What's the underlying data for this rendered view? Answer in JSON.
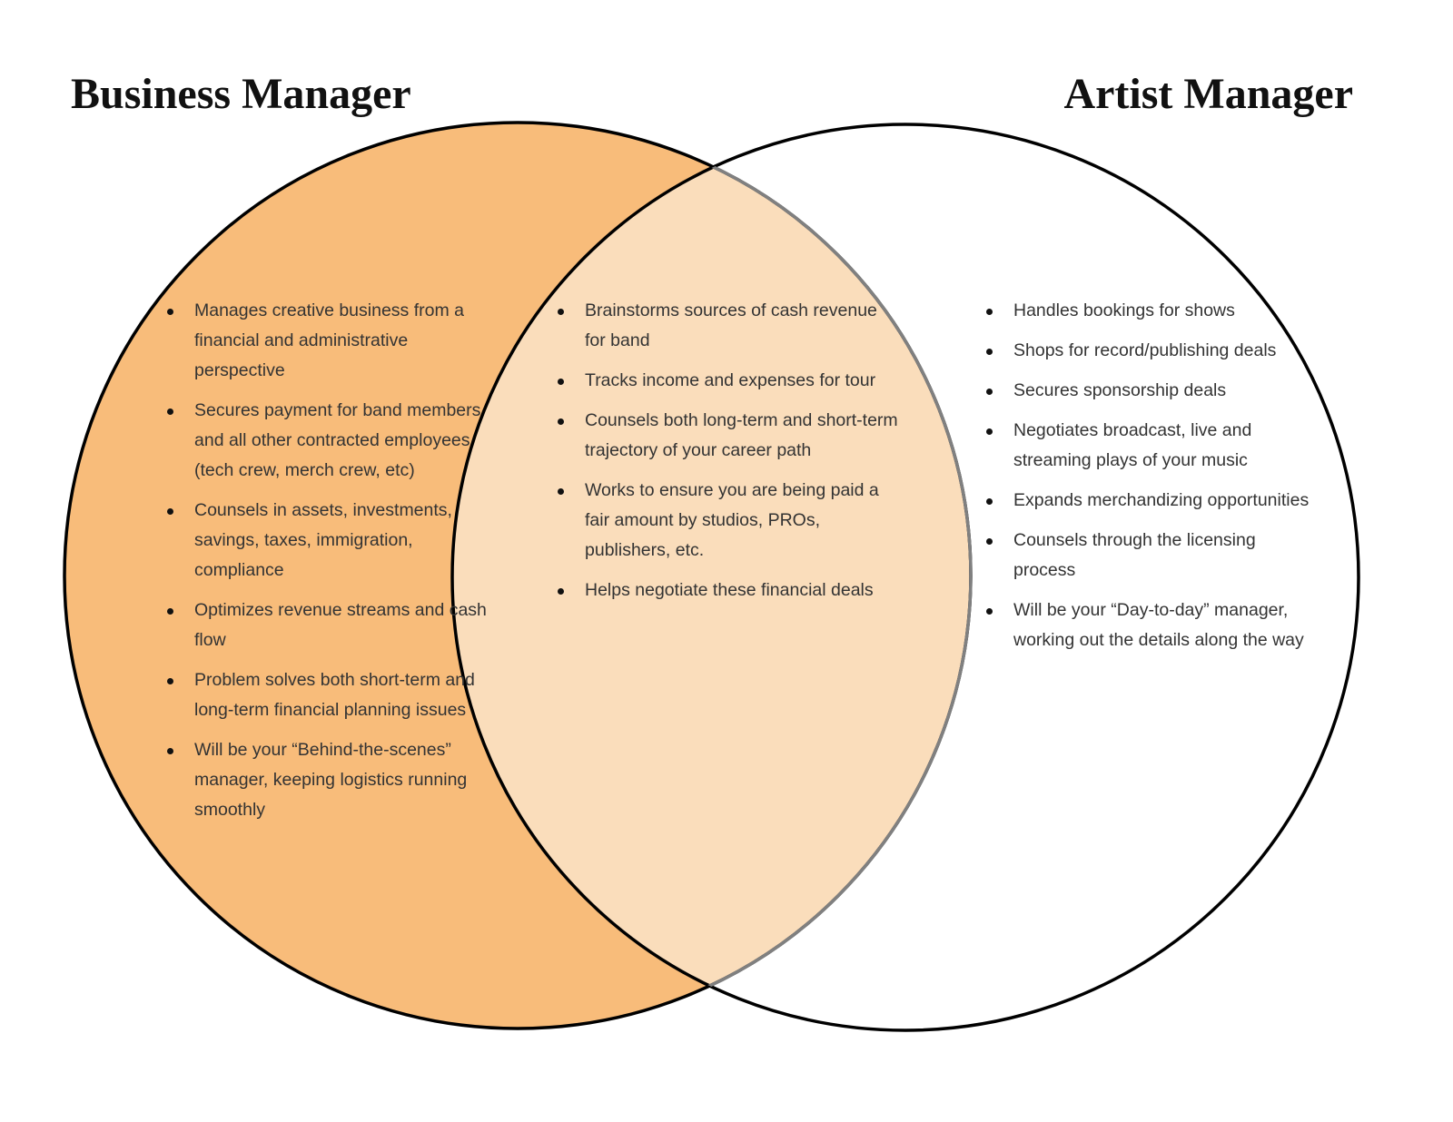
{
  "colors": {
    "left_fill": "#F8BC7A",
    "overlap_fill": "#FADDBB",
    "right_fill": "#FFFFFF",
    "stroke": "#000000",
    "overlap_stroke": "#808080"
  },
  "titles": {
    "left": "Business Manager",
    "right": "Artist Manager"
  },
  "left_items": [
    "Manages creative business from a financial and administrative perspective",
    "Secures payment for band members and all other contracted employees (tech crew, merch crew, etc)",
    "Counsels in assets, investments, savings, taxes, immigration, compliance",
    "Optimizes revenue streams and cash flow",
    "Problem solves both short-term and long-term financial planning issues",
    "Will be your “Behind-the-scenes” manager, keeping logistics running smoothly"
  ],
  "overlap_items": [
    "Brainstorms sources of cash revenue for band",
    "Tracks income and expenses for tour",
    "Counsels both long-term and short-term trajectory of your career path",
    "Works to ensure you are being paid a fair amount by studios, PROs, publishers, etc.",
    "Helps negotiate these financial deals"
  ],
  "right_items": [
    "Handles bookings for shows",
    "Shops for record/publishing deals",
    "Secures sponsorship deals",
    "Negotiates broadcast, live and streaming plays of your music",
    "Expands merchandizing opportunities",
    "Counsels through the licensing process",
    "Will be your “Day-to-day” manager, working out the details along the way"
  ]
}
